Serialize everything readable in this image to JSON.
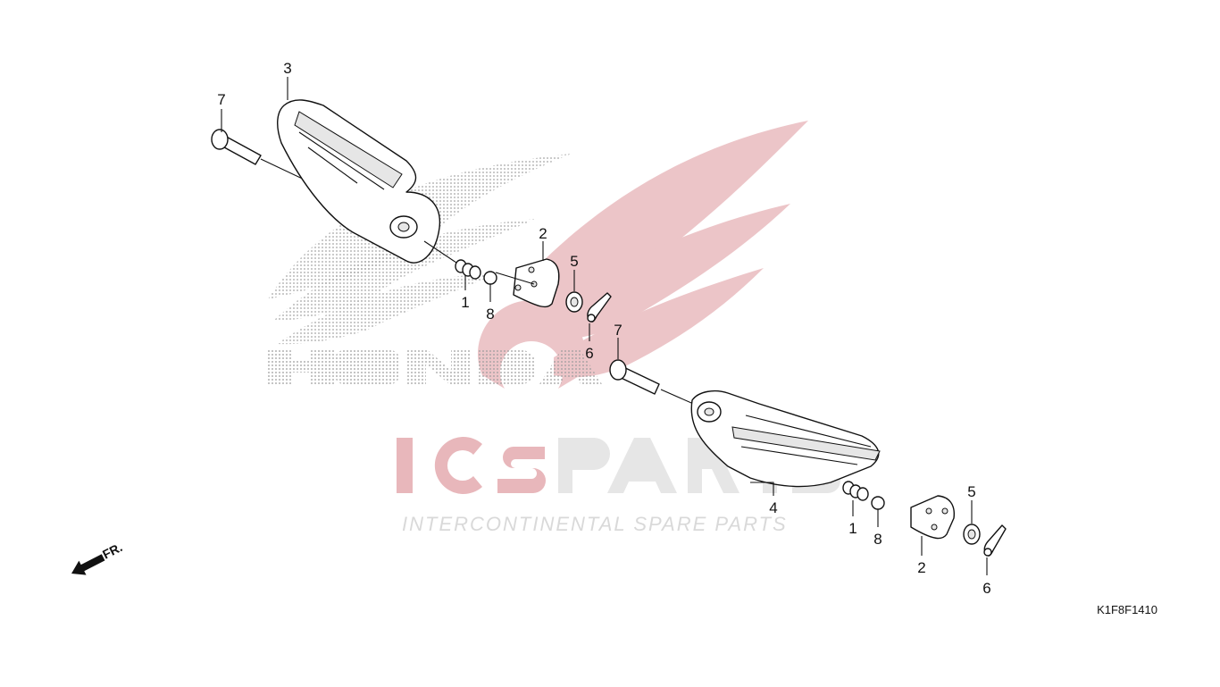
{
  "watermark": {
    "brand": "HONDA",
    "logo": "ICSPARTS",
    "tagline": "INTERCONTINENTAL SPARE PARTS",
    "color_red": "#e8b7bb",
    "color_gray": "#d9d9d9"
  },
  "direction": {
    "label": "FR.",
    "icon": "arrow-down-left-icon"
  },
  "diagram_code": "K1F8F1410",
  "callouts": {
    "upper_7": "7",
    "upper_3": "3",
    "upper_1": "1",
    "upper_8": "8",
    "upper_2": "2",
    "upper_5": "5",
    "upper_6": "6",
    "lower_7": "7",
    "lower_4": "4",
    "lower_1": "1",
    "lower_8": "8",
    "lower_2": "2",
    "lower_5": "5",
    "lower_6": "6"
  }
}
